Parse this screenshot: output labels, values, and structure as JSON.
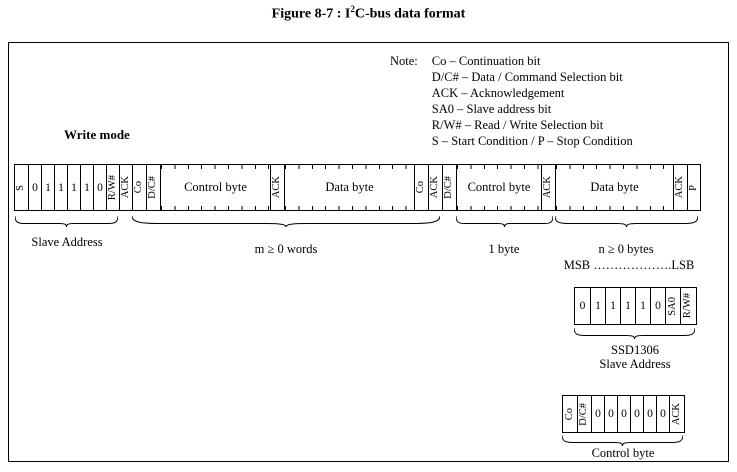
{
  "title": {
    "prefix": "Figure 8-7 : I",
    "sup": "2",
    "suffix": "C-bus data format"
  },
  "note": {
    "label": "Note:",
    "lines": [
      "Co – Continuation bit",
      "D/C# – Data / Command Selection bit",
      "ACK – Acknowledgement",
      "SA0 – Slave address bit",
      "R/W# – Read / Write Selection bit",
      "S – Start Condition / P – Stop Condition"
    ]
  },
  "write_mode_label": "Write mode",
  "main_row": {
    "cells": [
      "S",
      "0",
      "1",
      "1",
      "1",
      "1",
      "0",
      "R/W#",
      "ACK",
      "Co",
      "D/C#",
      "Control byte",
      "ACK",
      "Data byte",
      "Co",
      "ACK",
      "D/C#",
      "Control byte",
      "ACK",
      "Data byte",
      "ACK",
      "P"
    ]
  },
  "groups": {
    "slave_address": "Slave Address",
    "m_words": "m ≥ 0 words",
    "one_byte": "1 byte",
    "n_bytes": "n ≥ 0 bytes",
    "msb_lsb": "MSB ……………….LSB"
  },
  "slave_address_box": {
    "cells": [
      "0",
      "1",
      "1",
      "1",
      "1",
      "0",
      "SA0",
      "R/W#"
    ],
    "caption_line1": "SSD1306",
    "caption_line2": "Slave Address"
  },
  "control_byte_box": {
    "cells": [
      "Co",
      "D/C#",
      "0",
      "0",
      "0",
      "0",
      "0",
      "0",
      "ACK"
    ],
    "caption": "Control byte"
  }
}
